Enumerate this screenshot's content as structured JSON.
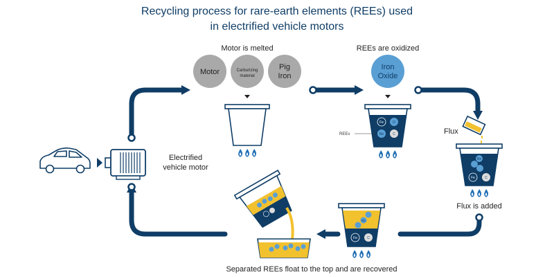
{
  "title_line1": "Recycling process for rare-earth elements (REEs) used",
  "title_line2": "in electrified vehicle motors",
  "labels": {
    "electrified_motor_line1": "Electrified",
    "electrified_motor_line2": "vehicle motor",
    "motor_is_melted": "Motor is melted",
    "rees_are_oxidized": "REEs are oxidized",
    "flux": "Flux",
    "flux_is_added": "Flux is added",
    "separated": "Separated REEs float to the top and are recovered",
    "rees_pointer": "REEs"
  },
  "inputs": {
    "motor": "Motor",
    "carburizing_line1": "Carburizing",
    "carburizing_line2": "material",
    "pig_line1": "Pig",
    "pig_line2": "Iron",
    "iron_oxide_line1": "Iron",
    "iron_oxide_line2": "Oxide"
  },
  "elements": {
    "fe": "Fe",
    "o": "O",
    "re": "Re",
    "c": "C"
  },
  "colors": {
    "dark_blue": "#0f3d66",
    "gray_circle": "#a9a9a9",
    "light_blue": "#5a9fd4",
    "yellow": "#f2c12e",
    "flame": "#1f6fb5"
  }
}
